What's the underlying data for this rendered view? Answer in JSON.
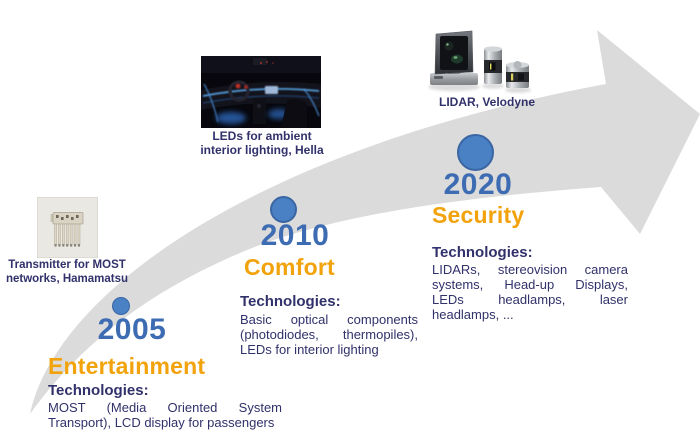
{
  "palette": {
    "arrow_gray": "#DBDBDB",
    "year_blue": "#3E6CB3",
    "circle_fill": "#4A80C4",
    "circle_edge": "#3A66A3",
    "category_orange": "#F2A30B",
    "text_navy": "#31316B"
  },
  "milestones": [
    {
      "year": "2005",
      "category": "Entertainment",
      "tech_label": "Technologies:",
      "tech_body": "MOST (Media Oriented System Transport), LCD display for passengers",
      "caption": "Transmitter for MOST networks, Hamamatsu",
      "photo": "most-transmitter-photo"
    },
    {
      "year": "2010",
      "category": "Comfort",
      "tech_label": "Technologies:",
      "tech_body": "Basic optical components (photodiodes, thermopiles), LEDs for interior lighting",
      "caption": "LEDs for ambient interior lighting, Hella",
      "photo": "car-ambient-lighting-photo"
    },
    {
      "year": "2020",
      "category": "Security",
      "tech_label": "Technologies:",
      "tech_body": "LIDARs, stereovision camera systems, Head-up Displays, LEDs headlamps, laser headlamps, ...",
      "caption": "LIDAR, Velodyne",
      "photo": "velodyne-lidar-photo"
    }
  ]
}
